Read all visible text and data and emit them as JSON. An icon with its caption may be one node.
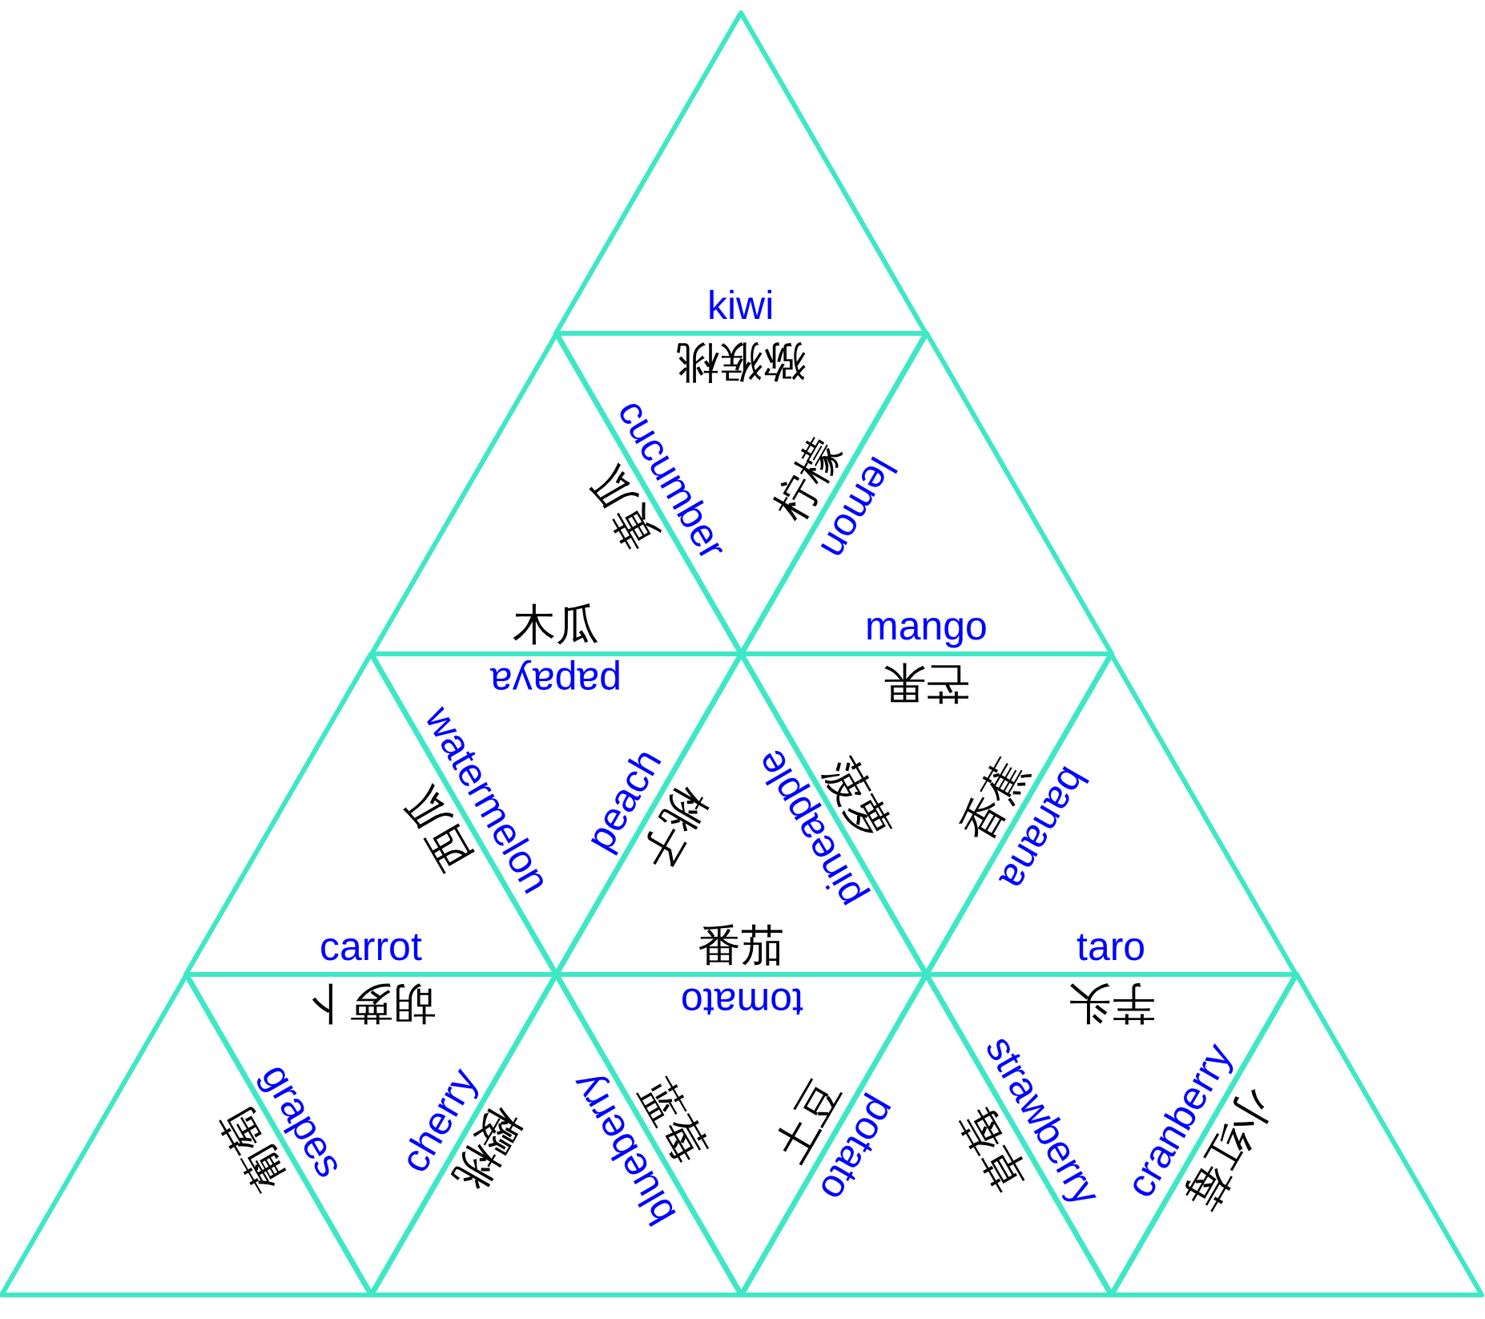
{
  "diagram": {
    "nodes": [
      {
        "text": [
          "kiwi"
        ]
      },
      {
        "text": [
          "黄瓜",
          "木瓜"
        ]
      },
      {
        "text": [
          "猕猴桃",
          "cucumber",
          "柠檬"
        ]
      },
      {
        "text": [
          "lemon",
          "mango"
        ]
      },
      {
        "text": [
          "西瓜",
          "carrot"
        ]
      },
      {
        "text": [
          "papaya",
          "watermelon",
          "peach"
        ]
      },
      {
        "text": [
          "桃子",
          "pineapple",
          "番茄"
        ]
      },
      {
        "text": [
          "芒果",
          "菠萝",
          "香蕉"
        ]
      },
      {
        "text": [
          "banana",
          "taro"
        ]
      },
      {
        "text": [
          "葡萄"
        ]
      },
      {
        "text": [
          "胡萝卜",
          "grapes",
          "cherry"
        ]
      },
      {
        "text": [
          "樱桃",
          "blueberry"
        ]
      },
      {
        "text": [
          "tomato",
          "蓝莓",
          "土豆"
        ]
      },
      {
        "text": [
          "potato",
          "草莓"
        ]
      },
      {
        "text": [
          "芋头",
          "strawberry",
          "cranberry"
        ]
      },
      {
        "text": [
          "小红莓"
        ]
      }
    ]
  }
}
